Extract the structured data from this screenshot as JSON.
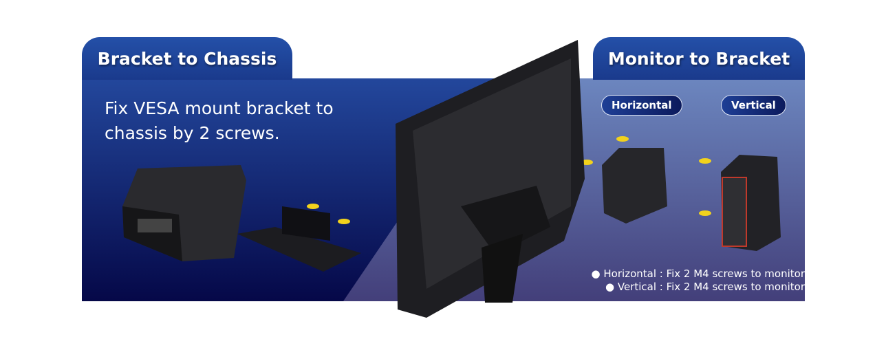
{
  "left_section": {
    "title": "Bracket to Chassis",
    "description_line1": "Fix VESA mount bracket to",
    "description_line2": "chassis by 2 screws."
  },
  "right_section": {
    "title": "Monitor to Bracket",
    "options": [
      "Horizontal",
      "Vertical"
    ],
    "notes": [
      "● Horizontal : Fix 2 M4 screws to monitor",
      "● Vertical : Fix 2 M4 screws to monitor"
    ]
  },
  "colors": {
    "tab": "#1f4599",
    "left_panel": "#0d1c6e",
    "right_panel": "#5a6fa8",
    "screw": "#f2d21c"
  }
}
